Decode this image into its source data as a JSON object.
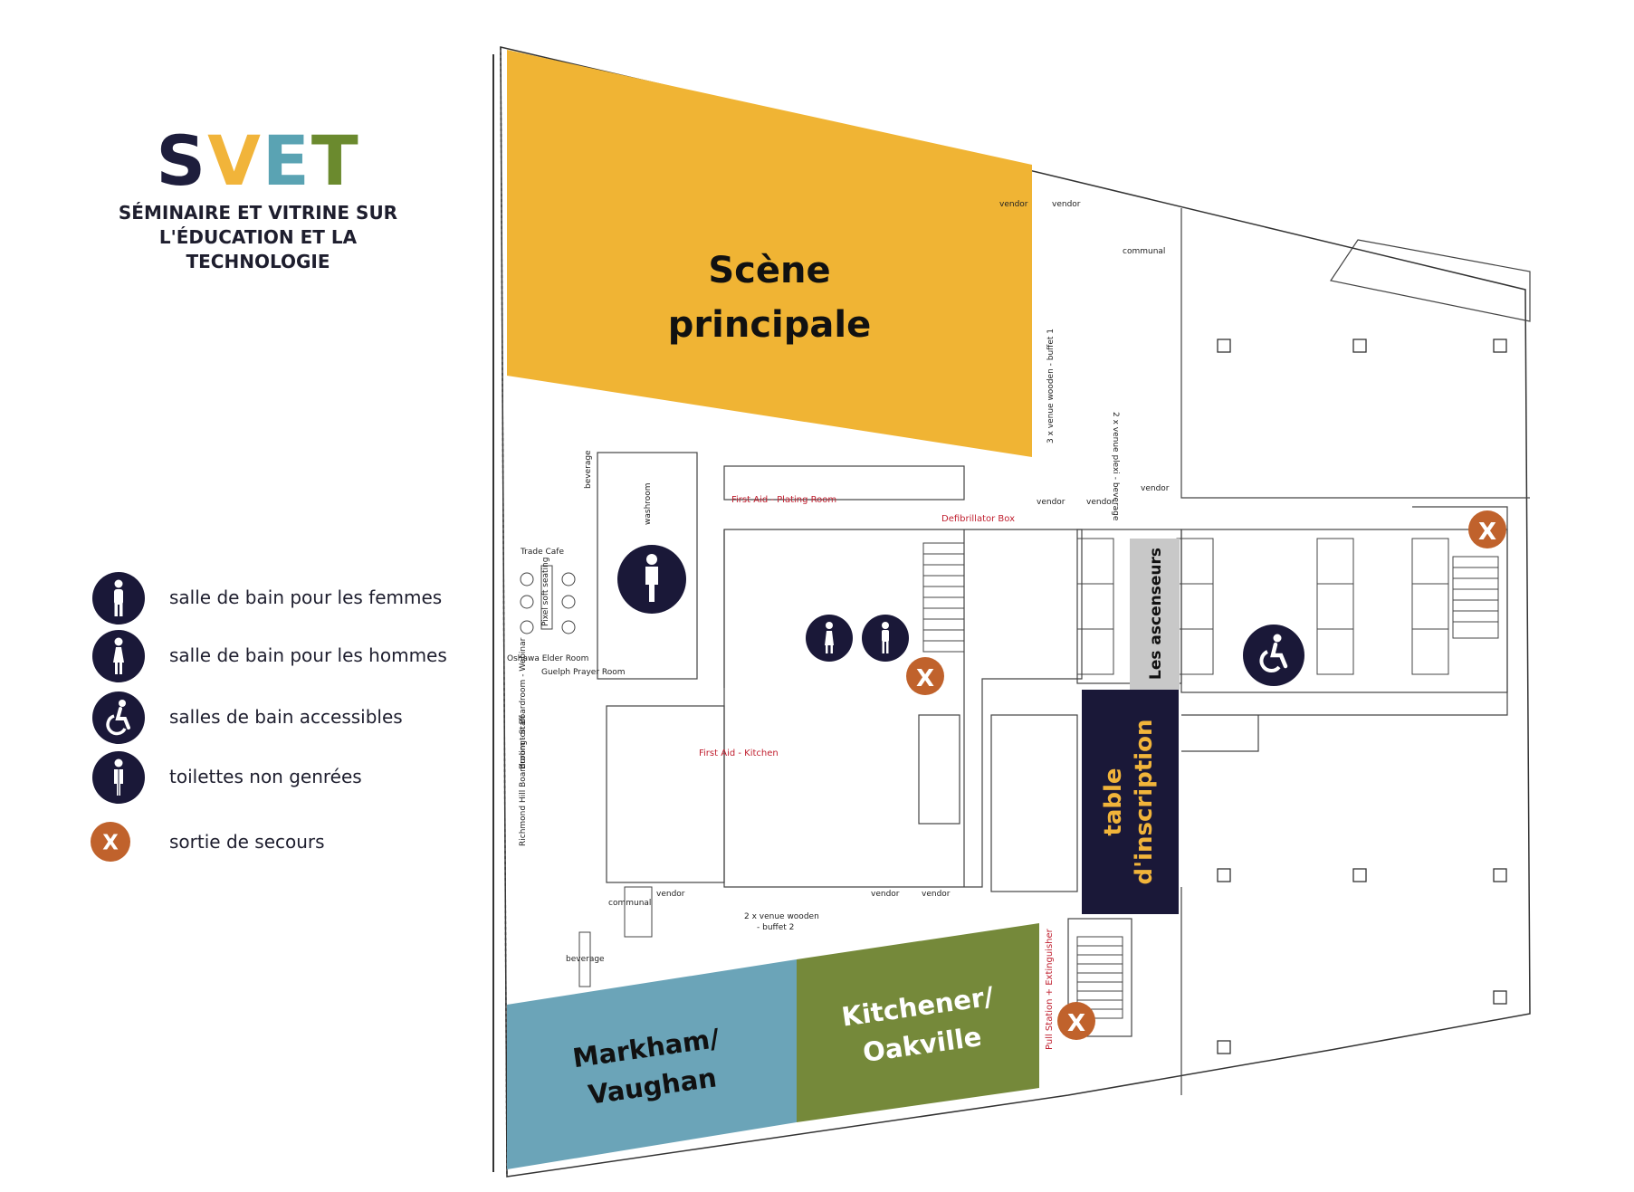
{
  "logo": {
    "letters": [
      "S",
      "V",
      "E",
      "T"
    ],
    "letter_colors": [
      "#1e1e3c",
      "#f1b43a",
      "#5aa3b3",
      "#6b8a2e"
    ],
    "subtitle_lines": [
      "SÉMINAIRE ET VITRINE SUR",
      "L'ÉDUCATION ET LA",
      "TECHNOLOGIE"
    ]
  },
  "legend": [
    {
      "icon": "female-restroom-icon",
      "label": "salle de bain pour les femmes"
    },
    {
      "icon": "male-restroom-icon",
      "label": "salle de bain pour les hommes"
    },
    {
      "icon": "accessible-restroom-icon",
      "label": "salles de bain accessibles"
    },
    {
      "icon": "gender-neutral-restroom-icon",
      "label": "toilettes non genrées"
    },
    {
      "icon": "emergency-exit-icon",
      "label": "sortie de secours"
    }
  ],
  "zones": {
    "main_stage": {
      "lines": [
        "Scène",
        "principale"
      ],
      "color": "#f0b434"
    },
    "markham": {
      "lines": [
        "Markham/",
        "Vaughan"
      ],
      "color": "#6ba4b8"
    },
    "kitchener": {
      "lines": [
        "Kitchener/",
        "Oakville"
      ],
      "color": "#75893a"
    },
    "registration": {
      "lines": [
        "table",
        "d'inscription"
      ],
      "color": "#1a1838",
      "text_color": "#f1b43a"
    },
    "elevators": {
      "label": "Les ascenseurs",
      "color": "#c8c8c8"
    }
  },
  "plan_labels": {
    "trade_cafe": "Trade Cafe",
    "beverage_1": "beverage",
    "beverage_2": "beverage",
    "washroom": "washroom",
    "first_aid_plating": "First Aid - Plating Room",
    "defibrillator": "Defibrillator Box",
    "first_aid_kitchen": "First Aid - Kitchen",
    "vendor_1": "vendor",
    "vendor_2": "vendor",
    "vendor_3": "vendor",
    "vendor_4": "vendor",
    "vendor_5": "vendor",
    "vendor_6": "vendor",
    "vendor_7": "vendor",
    "vendor_8": "vendor",
    "communal_1": "communal",
    "communal_2": "communal",
    "buffet_1": "3 x venue wooden - buffet 1",
    "beverage_plexi": "2 x venue plexi - beverage",
    "buffet_2_line1": "2 x venue wooden",
    "buffet_2_line2": "- buffet 2",
    "oshawa": "Oshawa Elder Room",
    "guelph": "Guelph Prayer Room",
    "burlington": "Burlington Boardroom - Webinar",
    "richmond": "Richmond Hill Boardroom - Staff",
    "pull_station": "Pull Station + Extinguisher",
    "soft_seating": "Pixel soft seating"
  },
  "exit_mark": "X"
}
